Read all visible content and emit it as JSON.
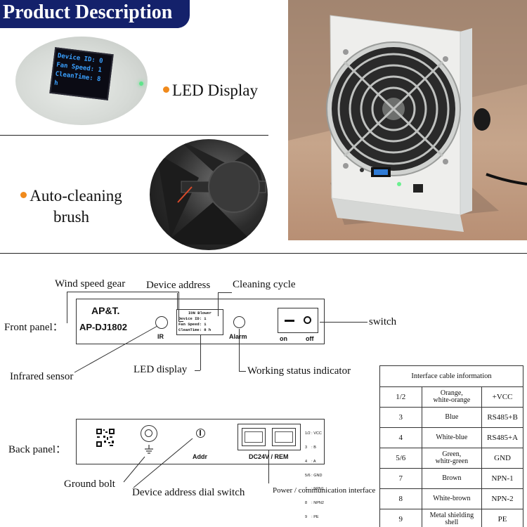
{
  "header": {
    "title": "Product Description"
  },
  "features": [
    {
      "label": "LED Display"
    },
    {
      "label_line1": "Auto-cleaning",
      "label_line2": "brush"
    }
  ],
  "led_closeup": {
    "lines": [
      "Device ID: 0",
      "Fan Speed: 1",
      "CleanTime: 8 h"
    ]
  },
  "front_panel": {
    "label": "Front panel：",
    "brand": "AP&T.",
    "model": "AP-DJ1802",
    "screen_lines": [
      "ION Blower",
      "Device ID: 1",
      "Fan Speed: 1",
      "CleanTime: 8 h"
    ],
    "ir": "IR",
    "alarm": "Alarm",
    "on": "on",
    "off": "off",
    "callouts": {
      "wind_speed_gear": "Wind speed gear",
      "device_address": "Device address",
      "cleaning_cycle": "Cleaning cycle",
      "switch": "switch",
      "infrared_sensor": "Infrared sensor",
      "led_display": "LED display",
      "working_status": "Working status indicator"
    }
  },
  "back_panel": {
    "label": "Back panel：",
    "addr": "Addr",
    "power_label": "DC24V / REM",
    "pin_legend": [
      "1/2 : VCC",
      "3    : B",
      "4    : A",
      "5/6 : GND",
      "7    : NPN1",
      "8    : NPN2",
      "9    : PE"
    ],
    "callouts": {
      "ground_bolt": "Ground bolt",
      "dial_switch": "Device address dial switch",
      "power_interface": "Power / communication interface"
    }
  },
  "cable_table": {
    "title": "Interface cable information",
    "rows": [
      {
        "pin": "1/2",
        "color": "Orange,\nwhite-orange",
        "signal": "+VCC"
      },
      {
        "pin": "3",
        "color": "Blue",
        "signal": "RS485+B"
      },
      {
        "pin": "4",
        "color": "White-blue",
        "signal": "RS485+A"
      },
      {
        "pin": "5/6",
        "color": "Green,\nwhitr-green",
        "signal": "GND"
      },
      {
        "pin": "7",
        "color": "Brown",
        "signal": "NPN-1"
      },
      {
        "pin": "8",
        "color": "White-brown",
        "signal": "NPN-2"
      },
      {
        "pin": "9",
        "color": "Metal shielding\nshell",
        "signal": "PE"
      }
    ]
  },
  "colors": {
    "banner": "#14216b",
    "bullet": "#f08a1c",
    "led_text": "#3aa0ff"
  }
}
